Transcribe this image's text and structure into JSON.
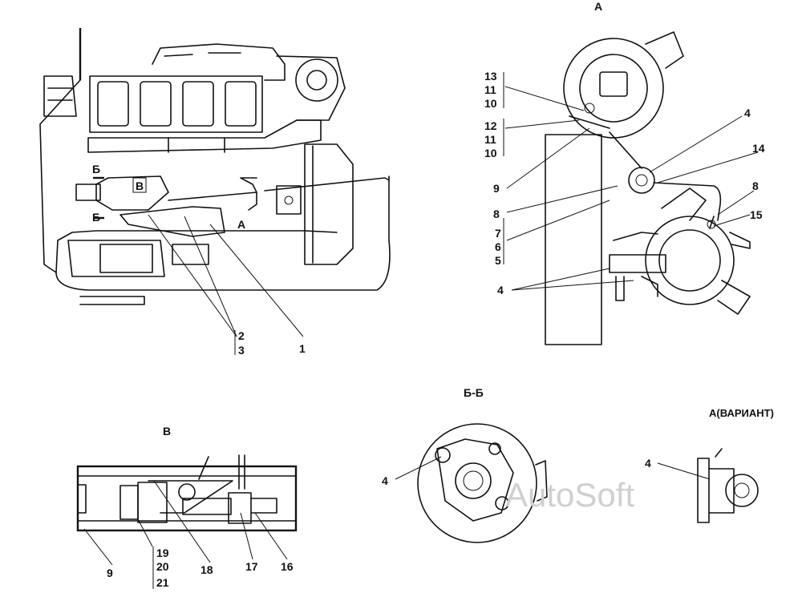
{
  "views": {
    "A": "А",
    "B_section": "Б-Б",
    "V": "В",
    "A_variant": "А(ВАРИАНТ)"
  },
  "main_view_labels": {
    "section_mark_top": "Б",
    "section_mark_bottom": "Б",
    "view_v_mark": "В",
    "view_a_mark": "А",
    "callout_2": "2",
    "callout_3": "3",
    "callout_1": "1"
  },
  "view_a_labels": {
    "c13": "13",
    "c11a": "11",
    "c10a": "10",
    "c12": "12",
    "c11b": "11",
    "c10b": "10",
    "c9": "9",
    "c8a": "8",
    "c7": "7",
    "c6": "6",
    "c5": "5",
    "c4a": "4",
    "c4b": "4",
    "c14": "14",
    "c8b": "8",
    "c15": "15"
  },
  "view_v_labels": {
    "c19": "19",
    "c20": "20",
    "c21": "21",
    "c9": "9",
    "c18": "18",
    "c17": "17",
    "c16": "16"
  },
  "section_labels": {
    "c4": "4"
  },
  "variant_labels": {
    "c4": "4"
  },
  "watermark": "AutoSoft"
}
